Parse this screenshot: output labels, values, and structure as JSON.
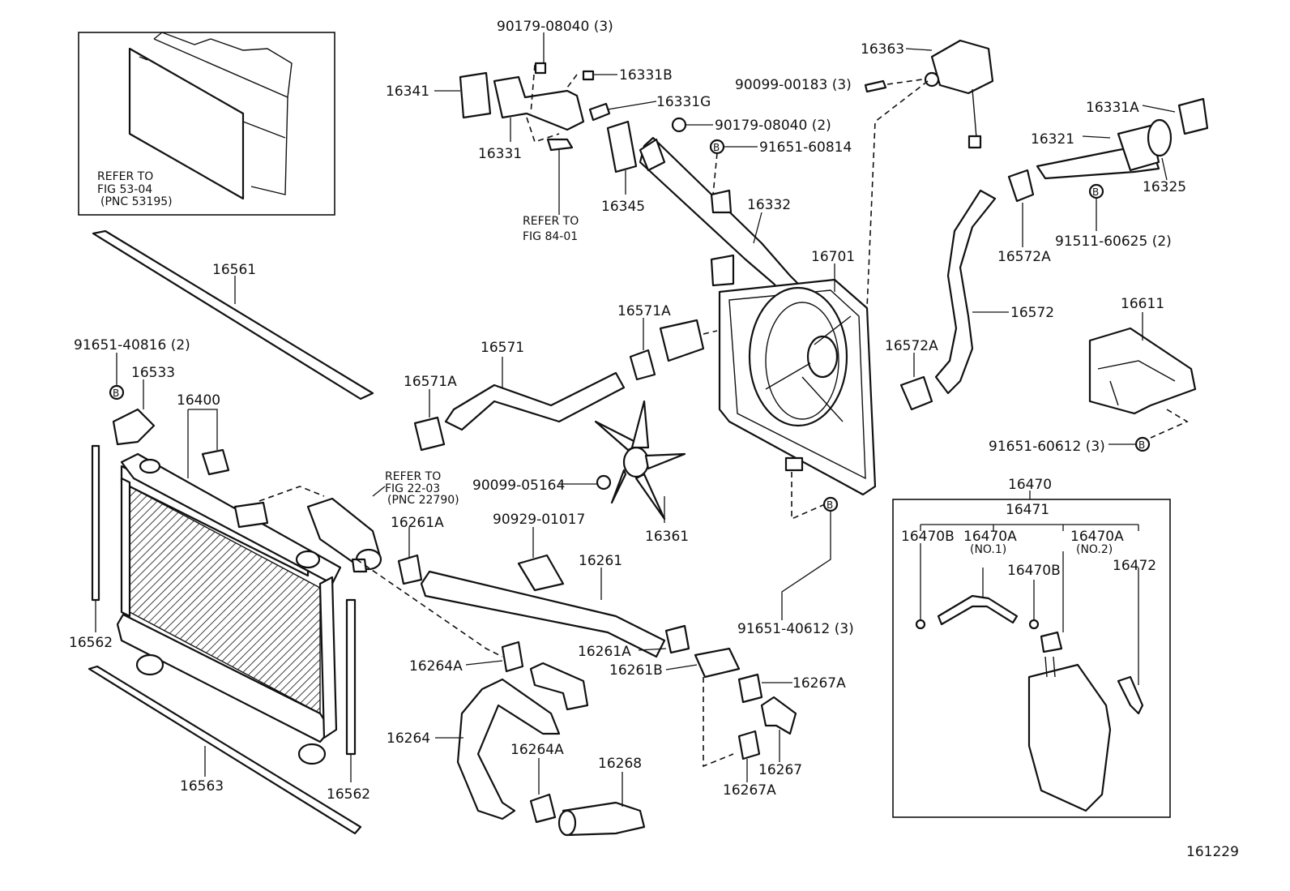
{
  "figure_id": "161229",
  "refer_notes": {
    "top_left": [
      "REFER TO",
      "FIG 53-04",
      "(PNC 53195)"
    ],
    "center_top": [
      "REFER TO",
      "FIG 84-01"
    ],
    "center_mid": [
      "REFER TO",
      "FIG 22-03",
      "(PNC 22790)"
    ]
  },
  "bolt_symbol": "B",
  "labels": {
    "p16341": "16341",
    "p90179_08040_3": "90179-08040 (3)",
    "p16331B": "16331B",
    "p16331G": "16331G",
    "p16331": "16331",
    "p90179_08040_2": "90179-08040 (2)",
    "p91651_60814": "91651-60814",
    "p16345": "16345",
    "p16332": "16332",
    "p16363": "16363",
    "p90099_00183": "90099-00183 (3)",
    "p16331A": "16331A",
    "p16321": "16321",
    "p16325": "16325",
    "p16572A_top": "16572A",
    "p91511_60625": "91511-60625 (2)",
    "p16701": "16701",
    "p16572": "16572",
    "p16561": "16561",
    "p91651_40816": "91651-40816 (2)",
    "p16533": "16533",
    "p16400": "16400",
    "p16571": "16571",
    "p16571A_left": "16571A",
    "p16571A_right": "16571A",
    "p16572A_mid": "16572A",
    "p16611": "16611",
    "p91651_60612": "91651-60612 (3)",
    "p90099_05164": "90099-05164",
    "p16361": "16361",
    "p16261A_top": "16261A",
    "p90929_01017": "90929-01017",
    "p16261": "16261",
    "p16470": "16470",
    "p16471": "16471",
    "p16470B_left": "16470B",
    "p16470A_no1": "16470A",
    "p16470A_no1_note": "(NO.1)",
    "p16470A_no2": "16470A",
    "p16470A_no2_note": "(NO.2)",
    "p16470B_right": "16470B",
    "p16472": "16472",
    "p91651_40612": "91651-40612 (3)",
    "p16562_left": "16562",
    "p16562_right": "16562",
    "p16563": "16563",
    "p16264A_top": "16264A",
    "p16264": "16264",
    "p16264A_bot": "16264A",
    "p16268": "16268",
    "p16261A_bot": "16261A",
    "p16261B": "16261B",
    "p16267A_top": "16267A",
    "p16267": "16267",
    "p16267A_bot": "16267A"
  }
}
